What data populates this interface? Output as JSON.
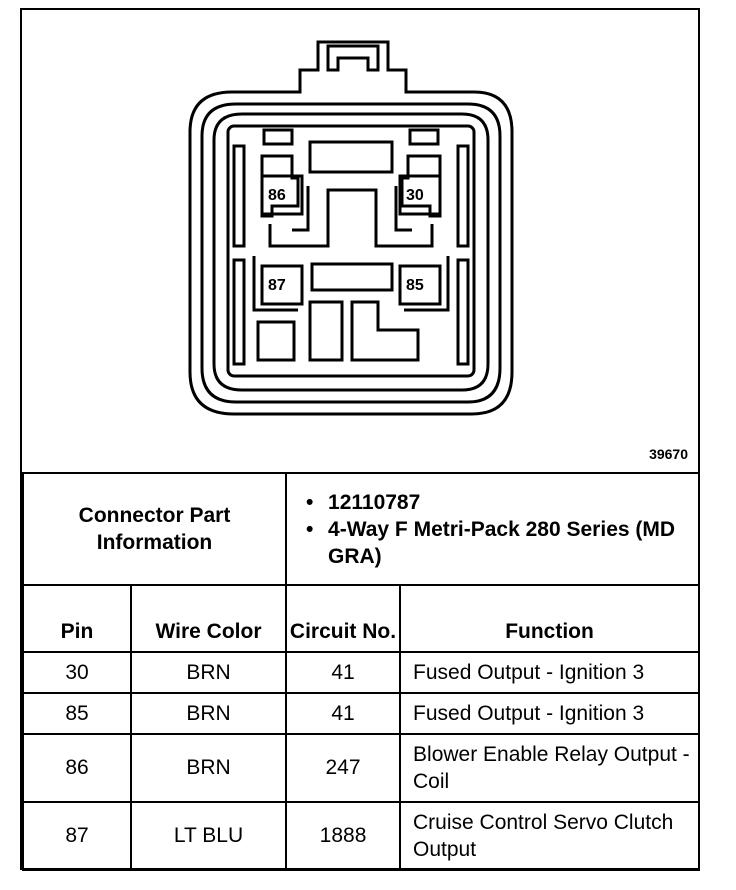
{
  "diagram": {
    "figure_id": "39670",
    "pin_labels": {
      "p86": "86",
      "p30": "30",
      "p87": "87",
      "p85": "85"
    }
  },
  "info": {
    "label": "Connector Part Information",
    "items": [
      "12110787",
      "4-Way F Metri-Pack 280 Series (MD GRA)"
    ]
  },
  "table": {
    "headers": {
      "pin": "Pin",
      "wire_color": "Wire Color",
      "circuit": "Circuit No.",
      "function": "Function"
    },
    "rows": [
      {
        "pin": "30",
        "wire_color": "BRN",
        "circuit": "41",
        "function": "Fused Output - Ignition 3"
      },
      {
        "pin": "85",
        "wire_color": "BRN",
        "circuit": "41",
        "function": "Fused Output - Ignition 3"
      },
      {
        "pin": "86",
        "wire_color": "BRN",
        "circuit": "247",
        "function": "Blower Enable Relay Output - Coil"
      },
      {
        "pin": "87",
        "wire_color": "LT BLU",
        "circuit": "1888",
        "function": "Cruise Control Servo Clutch Output"
      }
    ]
  }
}
